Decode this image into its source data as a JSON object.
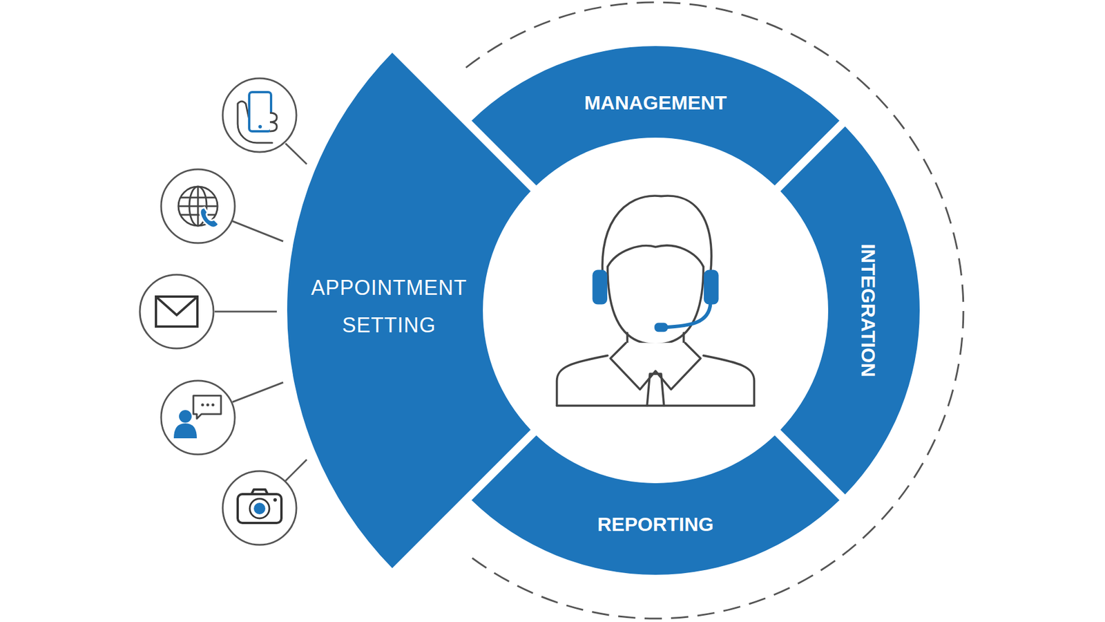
{
  "diagram": {
    "nodes": [
      {
        "text": [
          "APPOINTMENT SETTING"
        ]
      },
      {
        "text": [
          "MANAGEMENT"
        ]
      },
      {
        "text": [
          "INTEGRATION"
        ]
      },
      {
        "text": [
          "REPORTING"
        ]
      }
    ]
  }
}
